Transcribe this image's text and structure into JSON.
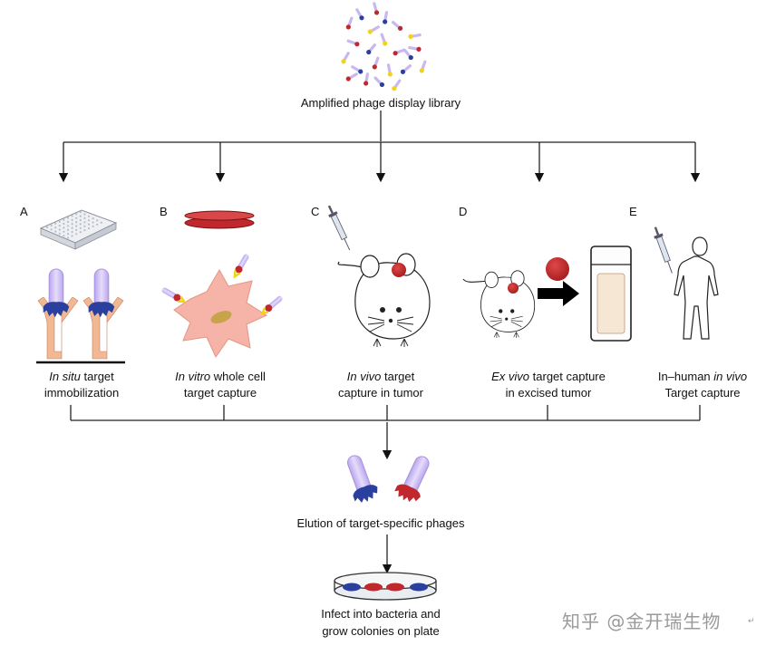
{
  "top_label": "Amplified phage display library",
  "branches": [
    {
      "letter": "A",
      "caption_parts": [
        {
          "text": "In situ",
          "italic": true
        },
        {
          "text": " target",
          "italic": false
        }
      ],
      "caption_line2": "immobilization"
    },
    {
      "letter": "B",
      "caption_parts": [
        {
          "text": "In vitro",
          "italic": true
        },
        {
          "text": " whole cell",
          "italic": false
        }
      ],
      "caption_line2": "target capture"
    },
    {
      "letter": "C",
      "caption_parts": [
        {
          "text": "In vivo",
          "italic": true
        },
        {
          "text": " target",
          "italic": false
        }
      ],
      "caption_line2": "capture in tumor"
    },
    {
      "letter": "D",
      "caption_parts": [
        {
          "text": "Ex vivo",
          "italic": true
        },
        {
          "text": " target capture",
          "italic": false
        }
      ],
      "caption_line2": "in excised tumor"
    },
    {
      "letter": "E",
      "caption_parts": [
        {
          "text": "In–human ",
          "italic": false
        },
        {
          "text": "in vivo",
          "italic": true
        }
      ],
      "caption_line2": "Target capture"
    }
  ],
  "elution_label": "Elution of target-specific phages",
  "infect_line1": "Infect into bacteria and",
  "infect_line2": "grow colonies on plate",
  "watermark": "知乎 @金开瑞生物",
  "colors": {
    "phage_body": "#c9b8f0",
    "blue_head": "#2b3f9e",
    "red_head": "#c0282e",
    "yellow": "#f2d21a",
    "tumor": "#c62828",
    "cell": "#f6b3a8",
    "line": "#222222"
  }
}
